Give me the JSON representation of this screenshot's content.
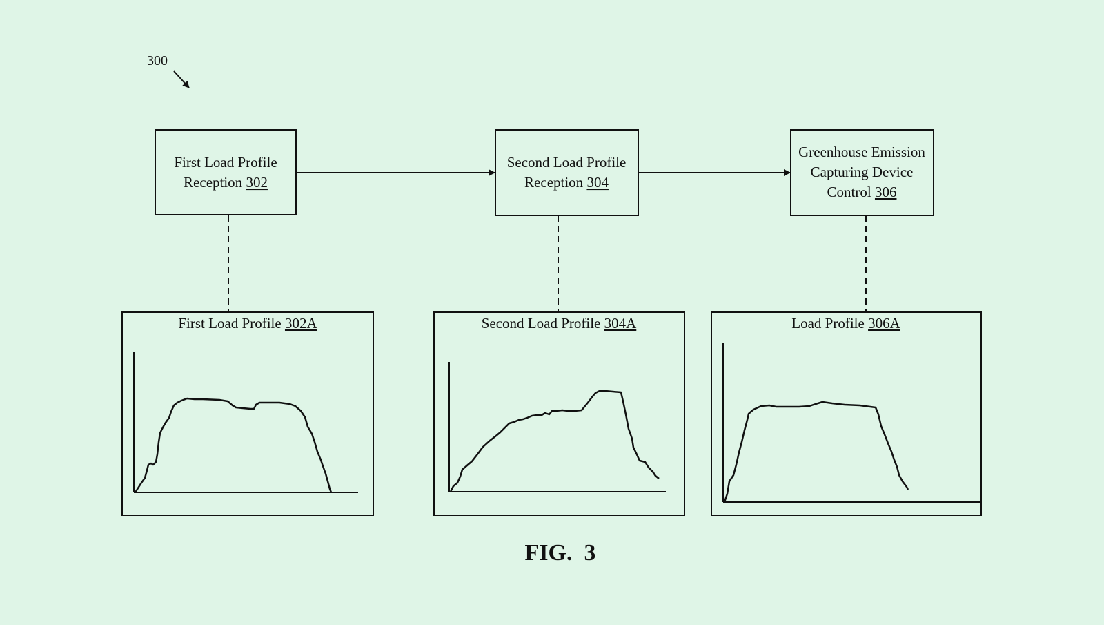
{
  "figure": {
    "reference_numeral": "300",
    "caption": "FIG.  3"
  },
  "blocks": [
    {
      "id": "block-302",
      "lines": [
        "First Load Profile",
        "Reception "
      ],
      "ref": "302"
    },
    {
      "id": "block-304",
      "lines": [
        "Second Load Profile",
        "Reception "
      ],
      "ref": "304"
    },
    {
      "id": "block-306",
      "lines": [
        "Greenhouse Emission",
        "Capturing Device",
        "Control  "
      ],
      "ref": "306"
    }
  ],
  "profiles": [
    {
      "id": "profile-302A",
      "title": "First Load Profile ",
      "ref": "302A"
    },
    {
      "id": "profile-304A",
      "title": "Second Load Profile ",
      "ref": "304A"
    },
    {
      "id": "profile-306A",
      "title": "Load Profile ",
      "ref": "306A"
    }
  ],
  "colors": {
    "background": "#dff5e7",
    "ink": "#111111"
  }
}
